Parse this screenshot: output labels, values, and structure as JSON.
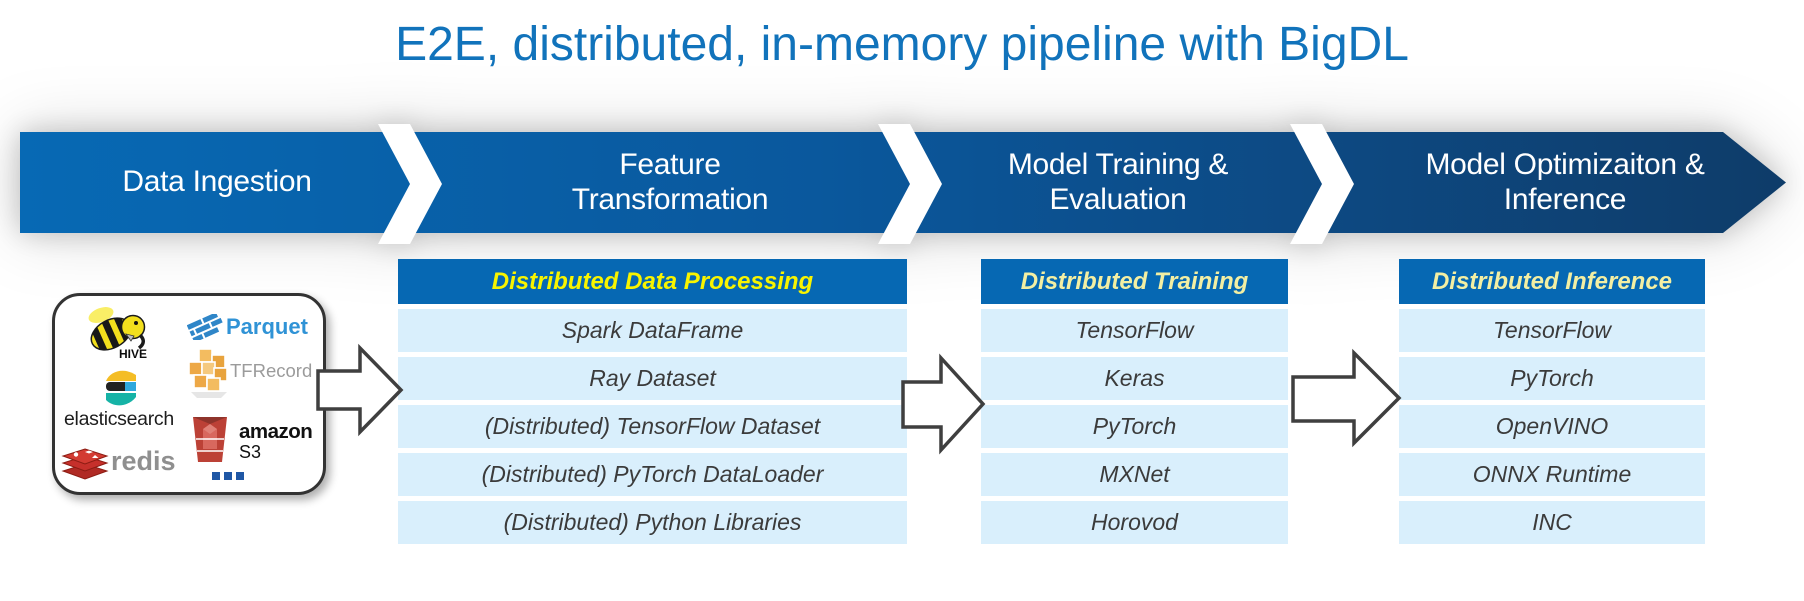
{
  "title": "E2E, distributed, in-memory pipeline with BigDL",
  "banner": {
    "stage1": "Data Ingestion",
    "stage2_line1": "Feature",
    "stage2_line2": "Transformation",
    "stage3_line1": "Model Training &",
    "stage3_line2": "Evaluation",
    "stage4_line1": "Model Optimizaiton &",
    "stage4_line2": "Inference",
    "gradient_left": "#0769b4",
    "gradient_right": "#0e3c69"
  },
  "logos": {
    "hive": "HIVE",
    "parquet": "Parquet",
    "tfrecord": "TFRecord",
    "elasticsearch": "elasticsearch",
    "redis": "redis",
    "amazon": "amazon",
    "s3": "S3",
    "more": "..."
  },
  "tables": [
    {
      "header": "Distributed Data Processing",
      "header_text_color": "#f8f400",
      "rows": [
        "Spark DataFrame",
        "Ray Dataset",
        "(Distributed) TensorFlow Dataset",
        "(Distributed) PyTorch DataLoader",
        "(Distributed) Python Libraries"
      ]
    },
    {
      "header": "Distributed Training",
      "header_text_color": "#f3efa3",
      "rows": [
        "TensorFlow",
        "Keras",
        "PyTorch",
        "MXNet",
        "Horovod"
      ]
    },
    {
      "header": "Distributed Inference",
      "header_text_color": "#f3efa3",
      "rows": [
        "TensorFlow",
        "PyTorch",
        "OpenVINO",
        "ONNX Runtime",
        "INC"
      ]
    }
  ],
  "colors": {
    "title": "#1173bb",
    "table_header_bg": "#0668b3",
    "row_bg": "#d9effc",
    "row_text": "#3b3b3b"
  }
}
